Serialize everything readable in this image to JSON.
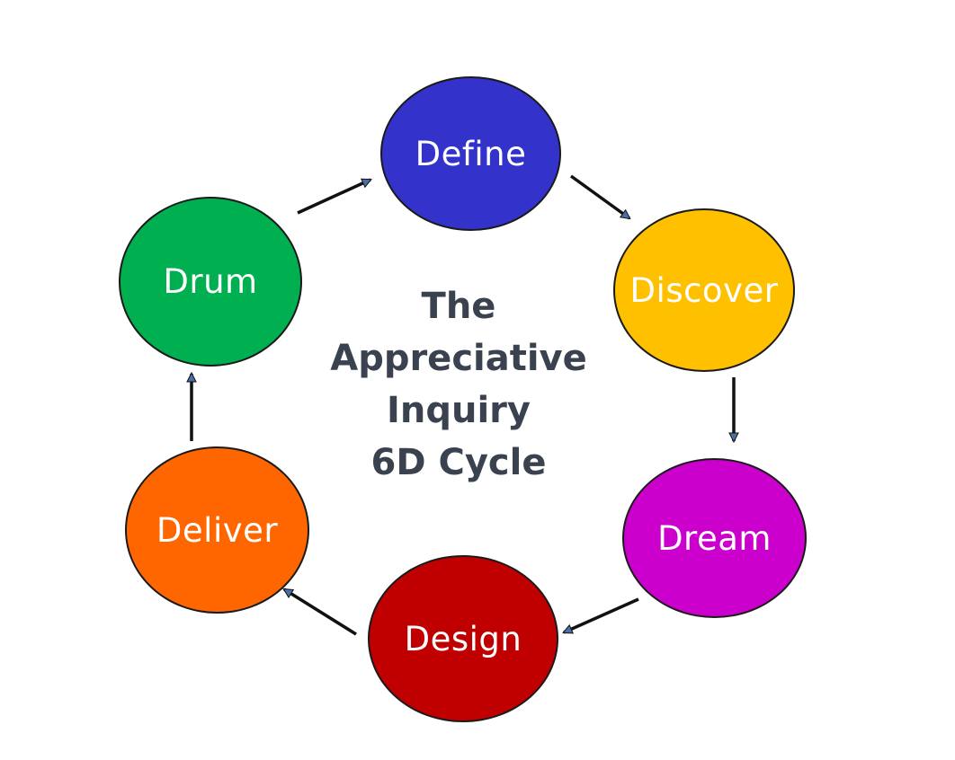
{
  "diagram": {
    "title_lines": [
      "The",
      "Appreciative",
      "Inquiry",
      "6D Cycle"
    ],
    "nodes": [
      {
        "id": "define",
        "label": "Define",
        "color": "#3333cc"
      },
      {
        "id": "discover",
        "label": "Discover",
        "color": "#ffc000"
      },
      {
        "id": "dream",
        "label": "Dream",
        "color": "#cc00cc"
      },
      {
        "id": "design",
        "label": "Design",
        "color": "#c00000"
      },
      {
        "id": "deliver",
        "label": "Deliver",
        "color": "#ff6600"
      },
      {
        "id": "drum",
        "label": "Drum",
        "color": "#00b050"
      }
    ],
    "edges": [
      {
        "from": "define",
        "to": "discover"
      },
      {
        "from": "discover",
        "to": "dream"
      },
      {
        "from": "dream",
        "to": "design"
      },
      {
        "from": "design",
        "to": "deliver"
      },
      {
        "from": "deliver",
        "to": "drum"
      },
      {
        "from": "drum",
        "to": "define"
      }
    ],
    "colors": {
      "title": "#39424e",
      "arrow_line": "#111111",
      "arrow_head": "#4a6fa5",
      "node_outline": "#1a1a1a"
    }
  }
}
